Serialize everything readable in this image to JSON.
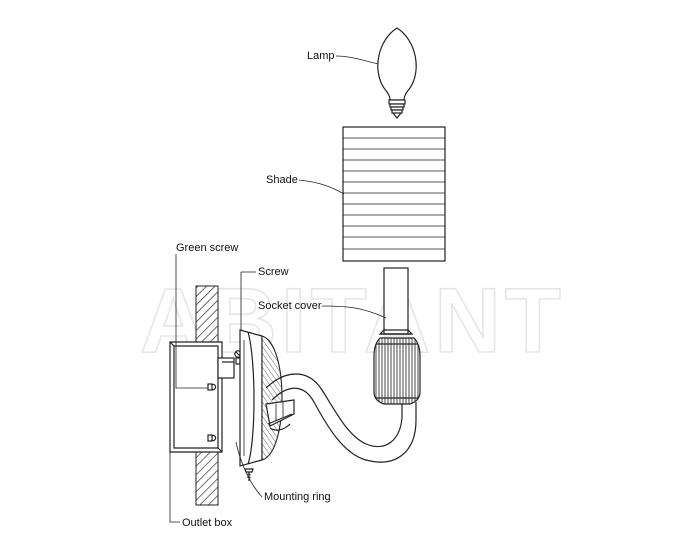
{
  "watermark": "ABITANT",
  "labels": {
    "lamp": "Lamp",
    "shade": "Shade",
    "green_screw": "Green screw",
    "screw": "Screw",
    "socket_cover": "Socket cover",
    "mounting_ring": "Mounting ring",
    "outlet_box": "Outlet box"
  },
  "colors": {
    "line": "#222222",
    "watermark": "#e6e6e6",
    "background": "#ffffff"
  }
}
